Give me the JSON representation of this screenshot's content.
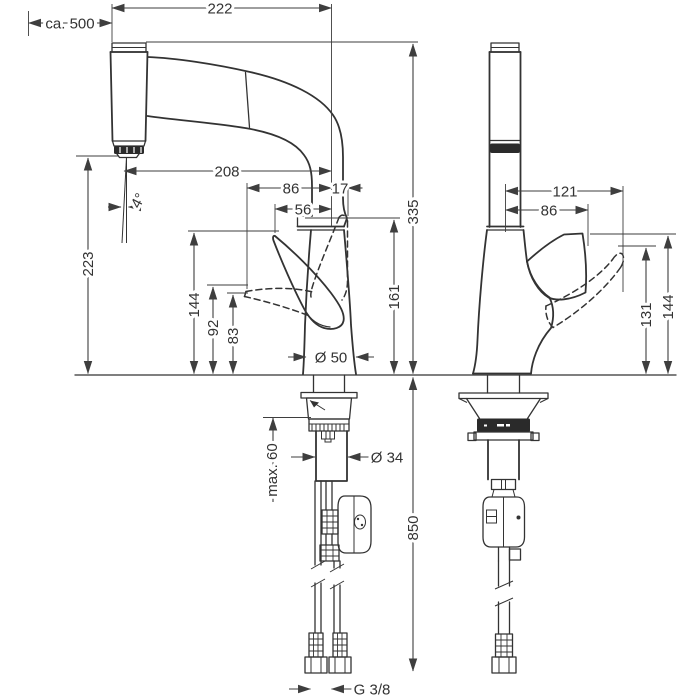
{
  "drawing": {
    "front_view": {
      "spout_width": "222",
      "hose_pullout": "ca. 500",
      "spout_reach": "208",
      "width_86": "86",
      "spout_tip_offset": "17",
      "width_56": "56",
      "total_height": "335",
      "outlet_height": "223",
      "handle_height_144": "144",
      "handle_height_92": "92",
      "handle_height_83": "83",
      "handle_raised_height": "161",
      "base_diameter": "Ø 50",
      "spray_angle": "4°"
    },
    "side_view": {
      "depth_121": "121",
      "depth_86": "86",
      "handle_height_131": "131",
      "handle_height_144": "144"
    },
    "installation": {
      "max_counter_thickness": "max. 60",
      "shank_diameter": "Ø 34",
      "hose_length": "850",
      "connection_thread": "G 3/8"
    }
  }
}
